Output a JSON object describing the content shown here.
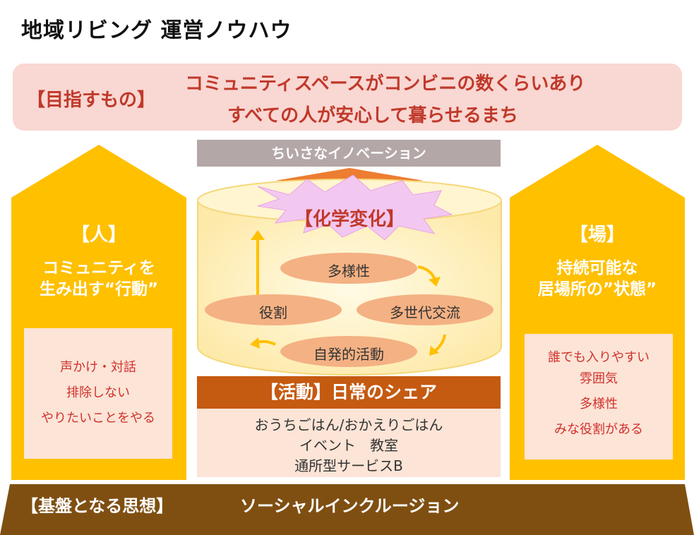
{
  "title": "地域リビング 運営ノウハウ",
  "goal": {
    "label": "【目指すもの】",
    "line1": "コミュニティスペースがコンビニの数くらいあり",
    "line2": "すべての人が安心して暮らせるまち"
  },
  "left_pillar": {
    "title": "【人】",
    "subtitle_1": "コミュニティを",
    "subtitle_2": "生み出す“行動”",
    "items": [
      "声かけ・対話",
      "排除しない",
      "やりたいことをやる"
    ]
  },
  "right_pillar": {
    "title": "【場】",
    "subtitle_1": "持続可能な",
    "subtitle_2": "居場所の”状態”",
    "items": [
      "誰でも入りやすい",
      "雰囲気",
      "多様性",
      "みな役割がある"
    ]
  },
  "center": {
    "innovation": "ちいさなイノベーション",
    "reaction": "【化学変化】",
    "cycle": [
      "多様性",
      "多世代交流",
      "自発的活動",
      "役割"
    ]
  },
  "activity": {
    "title": "【活動】日常のシェア",
    "items": [
      "おうちごはん/おかえりごはん",
      "イベント　教室",
      "通所型サービスB"
    ]
  },
  "foundation": {
    "label": "【基盤となる思想】",
    "value": "ソーシャルインクルージョン"
  },
  "colors": {
    "goal_bg": "#f9d7d2",
    "goal_text": "#c0392b",
    "pillar": "#ffc000",
    "pillar_box": "#fce4d6",
    "pillar_item_text": "#d0312d",
    "activity_bar": "#c55a11",
    "foundation": "#7f4f12",
    "oval": "#f4b183",
    "innovation_bar": "#b4a7a7",
    "burst": "#f2c8f0"
  }
}
